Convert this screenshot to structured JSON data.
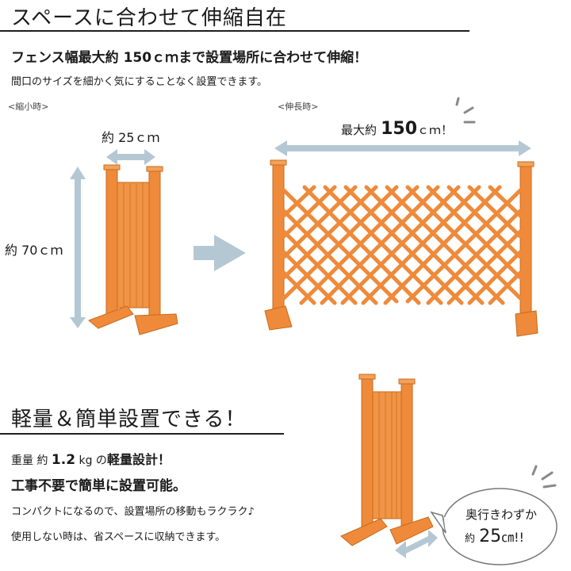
{
  "section1": {
    "title": "スペースに合わせて伸縮自在",
    "headline": "フェンス幅最大約 150ｃｍまで設置場所に合わせて伸縮！",
    "subtext": "間口のサイズを細かく気にすることなく設置できます。",
    "label_shrunk": "<縮小時>",
    "label_extended": "<伸長時>",
    "width_shrunk": "約 25ｃｍ",
    "height": "約 70ｃｍ",
    "width_max_prefix": "最大約",
    "width_max_value": "150",
    "width_max_suffix": "ｃｍ！"
  },
  "section2": {
    "title": "軽量＆簡単設置できる！",
    "weight_prefix": "重量 約",
    "weight_value": "1.2",
    "weight_unit": "kg の",
    "weight_suffix": "軽量設計！",
    "headline": "工事不要で簡単に設置可能。",
    "line1": "コンパクトになるので、設置場所の移動もラクラク♪",
    "line2": "使用しない時は、省スペースに収納できます。",
    "bubble_line1": "奥行きわずか",
    "bubble_prefix": "約",
    "bubble_value": "25",
    "bubble_suffix": "㎝!!"
  },
  "colors": {
    "wood": "#ee8a3a",
    "wood_dark": "#c96a1e",
    "arrow": "#b4c8d4",
    "rule": "#1f1f1f"
  },
  "icons": {
    "shrunk_fence": "folded-fence-illustration",
    "extended_fence": "expanded-lattice-fence-illustration",
    "arrow": "right-arrow-icon",
    "sparkle": "sparkle-lines-icon"
  }
}
